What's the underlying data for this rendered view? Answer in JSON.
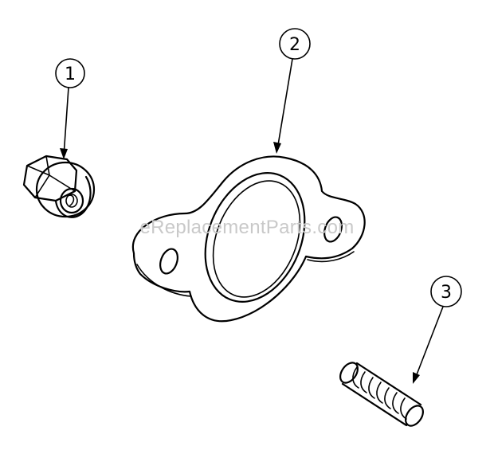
{
  "watermark": "eReplacementParts.com",
  "callouts": [
    {
      "id": "1",
      "label": "1",
      "part": "flange-nut"
    },
    {
      "id": "2",
      "label": "2",
      "part": "gasket"
    },
    {
      "id": "3",
      "label": "3",
      "part": "stud"
    }
  ],
  "colors": {
    "ink": "#000000",
    "background": "#ffffff",
    "watermark": "#c9c9c9"
  }
}
